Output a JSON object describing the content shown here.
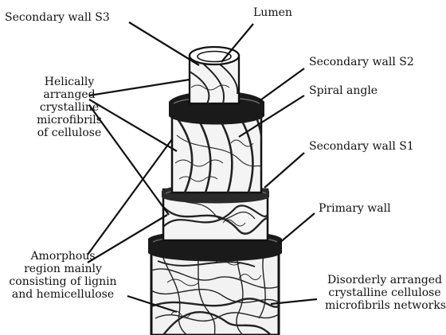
{
  "labels": {
    "secondary_wall_s3": "Secondary wall S3",
    "lumen": "Lumen",
    "secondary_wall_s2": "Secondary wall S2",
    "helical": [
      "Helically",
      "arranged",
      "crystalline",
      "microfibrils",
      "of cellulose"
    ],
    "spiral_angle": "Spiral angle",
    "secondary_wall_s1": "Secondary wall S1",
    "primary_wall": "Primary wall",
    "amorphous": [
      "Amorphous",
      "region mainly",
      "consisting of lignin",
      "and hemicellulose"
    ],
    "disorderly": [
      "Disorderly arranged",
      "crystalline cellulose",
      "microfibrils networks"
    ]
  },
  "colors": {
    "ink": "#111111",
    "wall_fill": "#f4f4f4",
    "band": "#1a1a1a"
  }
}
